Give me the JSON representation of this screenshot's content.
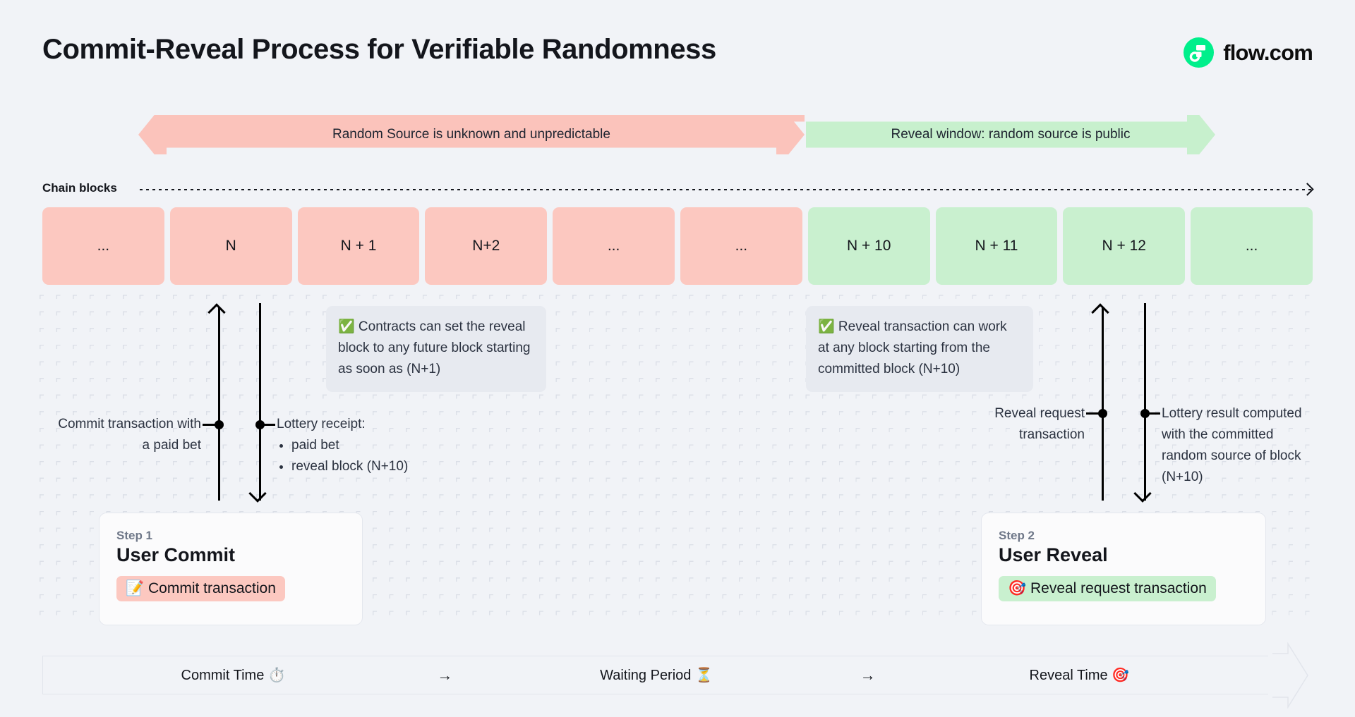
{
  "header": {
    "title": "Commit-Reveal Process for Verifiable Randomness",
    "brand": "flow.com",
    "brand_color": "#00ef8b"
  },
  "phases": [
    {
      "label": "Random Source is unknown and unpredictable",
      "color": "#fbc3bb",
      "direction": "left"
    },
    {
      "label": "Reveal window: random source is public",
      "color": "#c7f0cd",
      "direction": "right"
    }
  ],
  "chain": {
    "label": "Chain blocks",
    "blocks": [
      {
        "label": "...",
        "state": "pink"
      },
      {
        "label": "N",
        "state": "pink"
      },
      {
        "label": "N + 1",
        "state": "pink"
      },
      {
        "label": "N+2",
        "state": "pink"
      },
      {
        "label": "...",
        "state": "pink"
      },
      {
        "label": "...",
        "state": "pink"
      },
      {
        "label": "N + 10",
        "state": "green"
      },
      {
        "label": "N + 11",
        "state": "green"
      },
      {
        "label": "N + 12",
        "state": "green"
      },
      {
        "label": "...",
        "state": "green"
      }
    ]
  },
  "notes": {
    "commit": "✅ Contracts can set the reveal block to any future block starting as soon as (N+1)",
    "reveal": "✅ Reveal transaction can work at any block starting from the committed block (N+10)"
  },
  "axis_labels": {
    "commit_tx": "Commit transaction with a paid bet",
    "receipt_title": "Lottery receipt:",
    "receipt_items": [
      "paid bet",
      "reveal block (N+10)"
    ],
    "reveal_request": "Reveal request transaction",
    "lottery_result": "Lottery result computed with the committed random source of block (N+10)"
  },
  "steps": [
    {
      "step": "Step 1",
      "title": "User Commit",
      "action": "📝 Commit transaction",
      "color": "#fcc8c0"
    },
    {
      "step": "Step 2",
      "title": "User Reveal",
      "action": "🎯 Reveal request transaction",
      "color": "#c9f0cf"
    }
  ],
  "timeline": {
    "segments": [
      "Commit Time ⏱️",
      "Waiting Period ⏳",
      "Reveal Time 🎯"
    ],
    "separator": "→"
  }
}
